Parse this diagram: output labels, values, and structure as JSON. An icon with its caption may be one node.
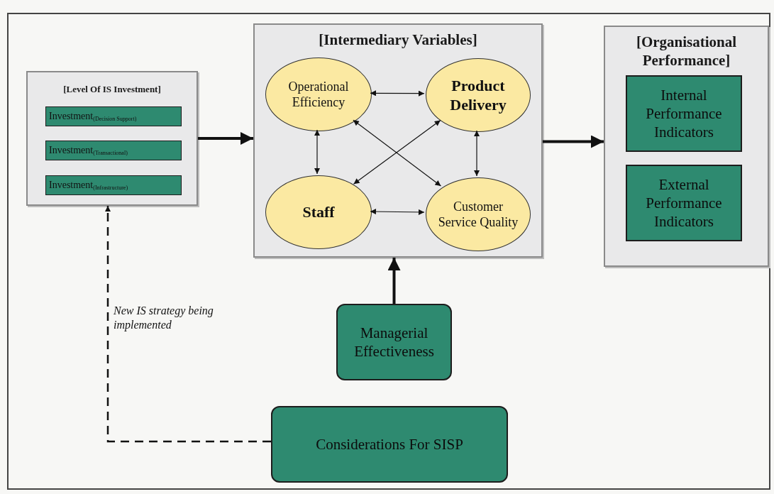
{
  "diagram": {
    "nodes": [
      {
        "text": [
          "[Level Of IS Investment]"
        ]
      },
      {
        "text": [
          "Investment$_{(Decision Support)}$"
        ],
        "in": 0
      },
      {
        "text": [
          "Investment$_{(Transactional)}$"
        ],
        "in": 0
      },
      {
        "text": [
          "Investment$_{(Infrastructure)}$"
        ],
        "in": 0
      },
      {
        "text": [
          "[Intermediary Variables]"
        ]
      },
      {
        "text": [
          "Operational Efficiency"
        ],
        "in": 4
      },
      {
        "text": [
          "Product Delivery"
        ],
        "in": 4
      },
      {
        "text": [
          "Staff"
        ],
        "in": 4
      },
      {
        "text": [
          "Customer Service Quality"
        ],
        "in": 4
      },
      {
        "text": [
          "[Organisational Performance]"
        ]
      },
      {
        "text": [
          "Internal Performance Indicators"
        ],
        "in": 9
      },
      {
        "text": [
          "External Performance Indicators"
        ],
        "in": 9
      },
      {
        "text": [
          "Managerial Effectiveness"
        ]
      },
      {
        "text": [
          "Considerations For SISP"
        ]
      }
    ],
    "edges": [
      {
        "from": 0,
        "to": 4,
        "arrow": "to",
        "style": "thick"
      },
      {
        "from": 4,
        "to": 9,
        "arrow": "to",
        "style": "thick"
      },
      {
        "from": 12,
        "to": 4,
        "arrow": "to",
        "style": "thick"
      },
      {
        "from": 13,
        "to": 0,
        "arrow": "to",
        "style": "dashed",
        "label": "New IS strategy being implemented"
      },
      {
        "from": 5,
        "to": 6,
        "arrow": "both"
      },
      {
        "from": 5,
        "to": 7,
        "arrow": "both"
      },
      {
        "from": 6,
        "to": 8,
        "arrow": "both"
      },
      {
        "from": 7,
        "to": 8,
        "arrow": "both"
      },
      {
        "from": 5,
        "to": 8,
        "arrow": "both"
      },
      {
        "from": 6,
        "to": 7,
        "arrow": "both"
      }
    ]
  }
}
